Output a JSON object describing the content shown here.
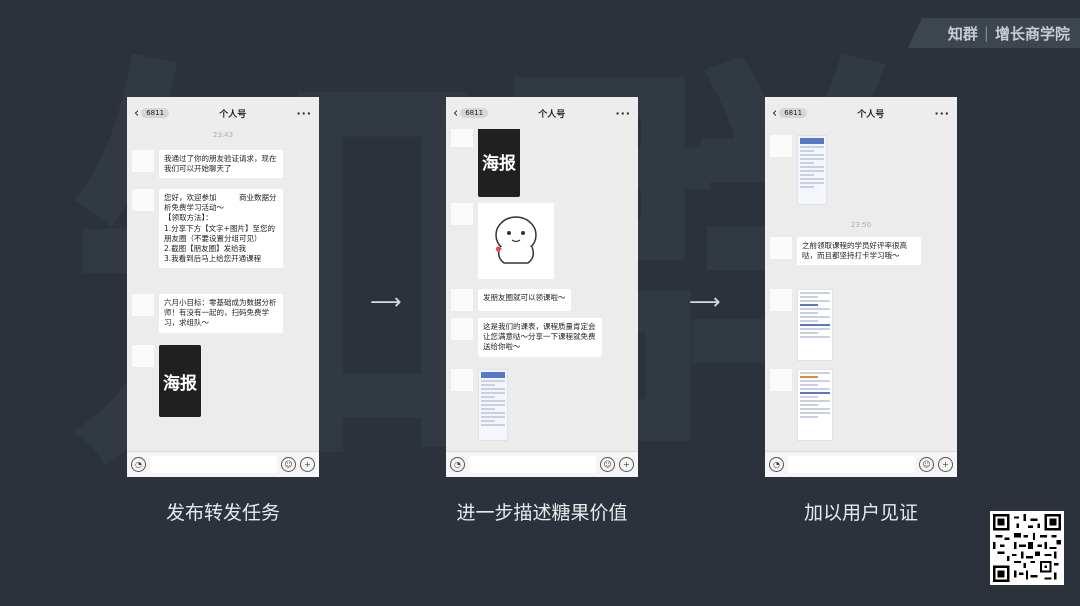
{
  "brand": {
    "logo": "知群",
    "name": "增长商学院"
  },
  "watermark": "知群",
  "phones": [
    {
      "nav_badge": "6811",
      "title": "个人号",
      "timestamp": "23:43",
      "msg1": "我通过了你的朋友验证请求，现在我们可以开始聊天了",
      "msg2": "您好，欢迎参加　　　商业数据分析免费学习活动～\n【领取方法】：\n1.分享下方【文字+图片】至您的朋友圈（不要设置分组可见）\n2.截图【朋友圈】发给我\n3.我看到后马上给您开通课程",
      "msg3": "六月小目标：零基础成为数据分析师！有没有一起的，扫码免费学习，求组队～",
      "poster": "海报",
      "caption": "发布转发任务"
    },
    {
      "nav_badge": "6811",
      "title": "个人号",
      "poster": "海报",
      "msg1": "发朋友圈就可以领课啦～",
      "msg2": "这是我们的课表，课程质量肯定会让您满意哒～分享一下课程就免费送给你啦～",
      "caption": "进一步描述糖果价值"
    },
    {
      "nav_badge": "6811",
      "title": "个人号",
      "timestamp": "23:50",
      "msg1": "之前领取课程的学员好评率很高哒，而且都坚持打卡学习哦～",
      "caption": "加以用户见证"
    }
  ],
  "arrow": "⟶",
  "icons": {
    "back": "chevron-left-icon",
    "more": "more-dots-icon",
    "voice": "voice-icon",
    "emoji": "emoji-icon",
    "plus": "plus-icon"
  }
}
